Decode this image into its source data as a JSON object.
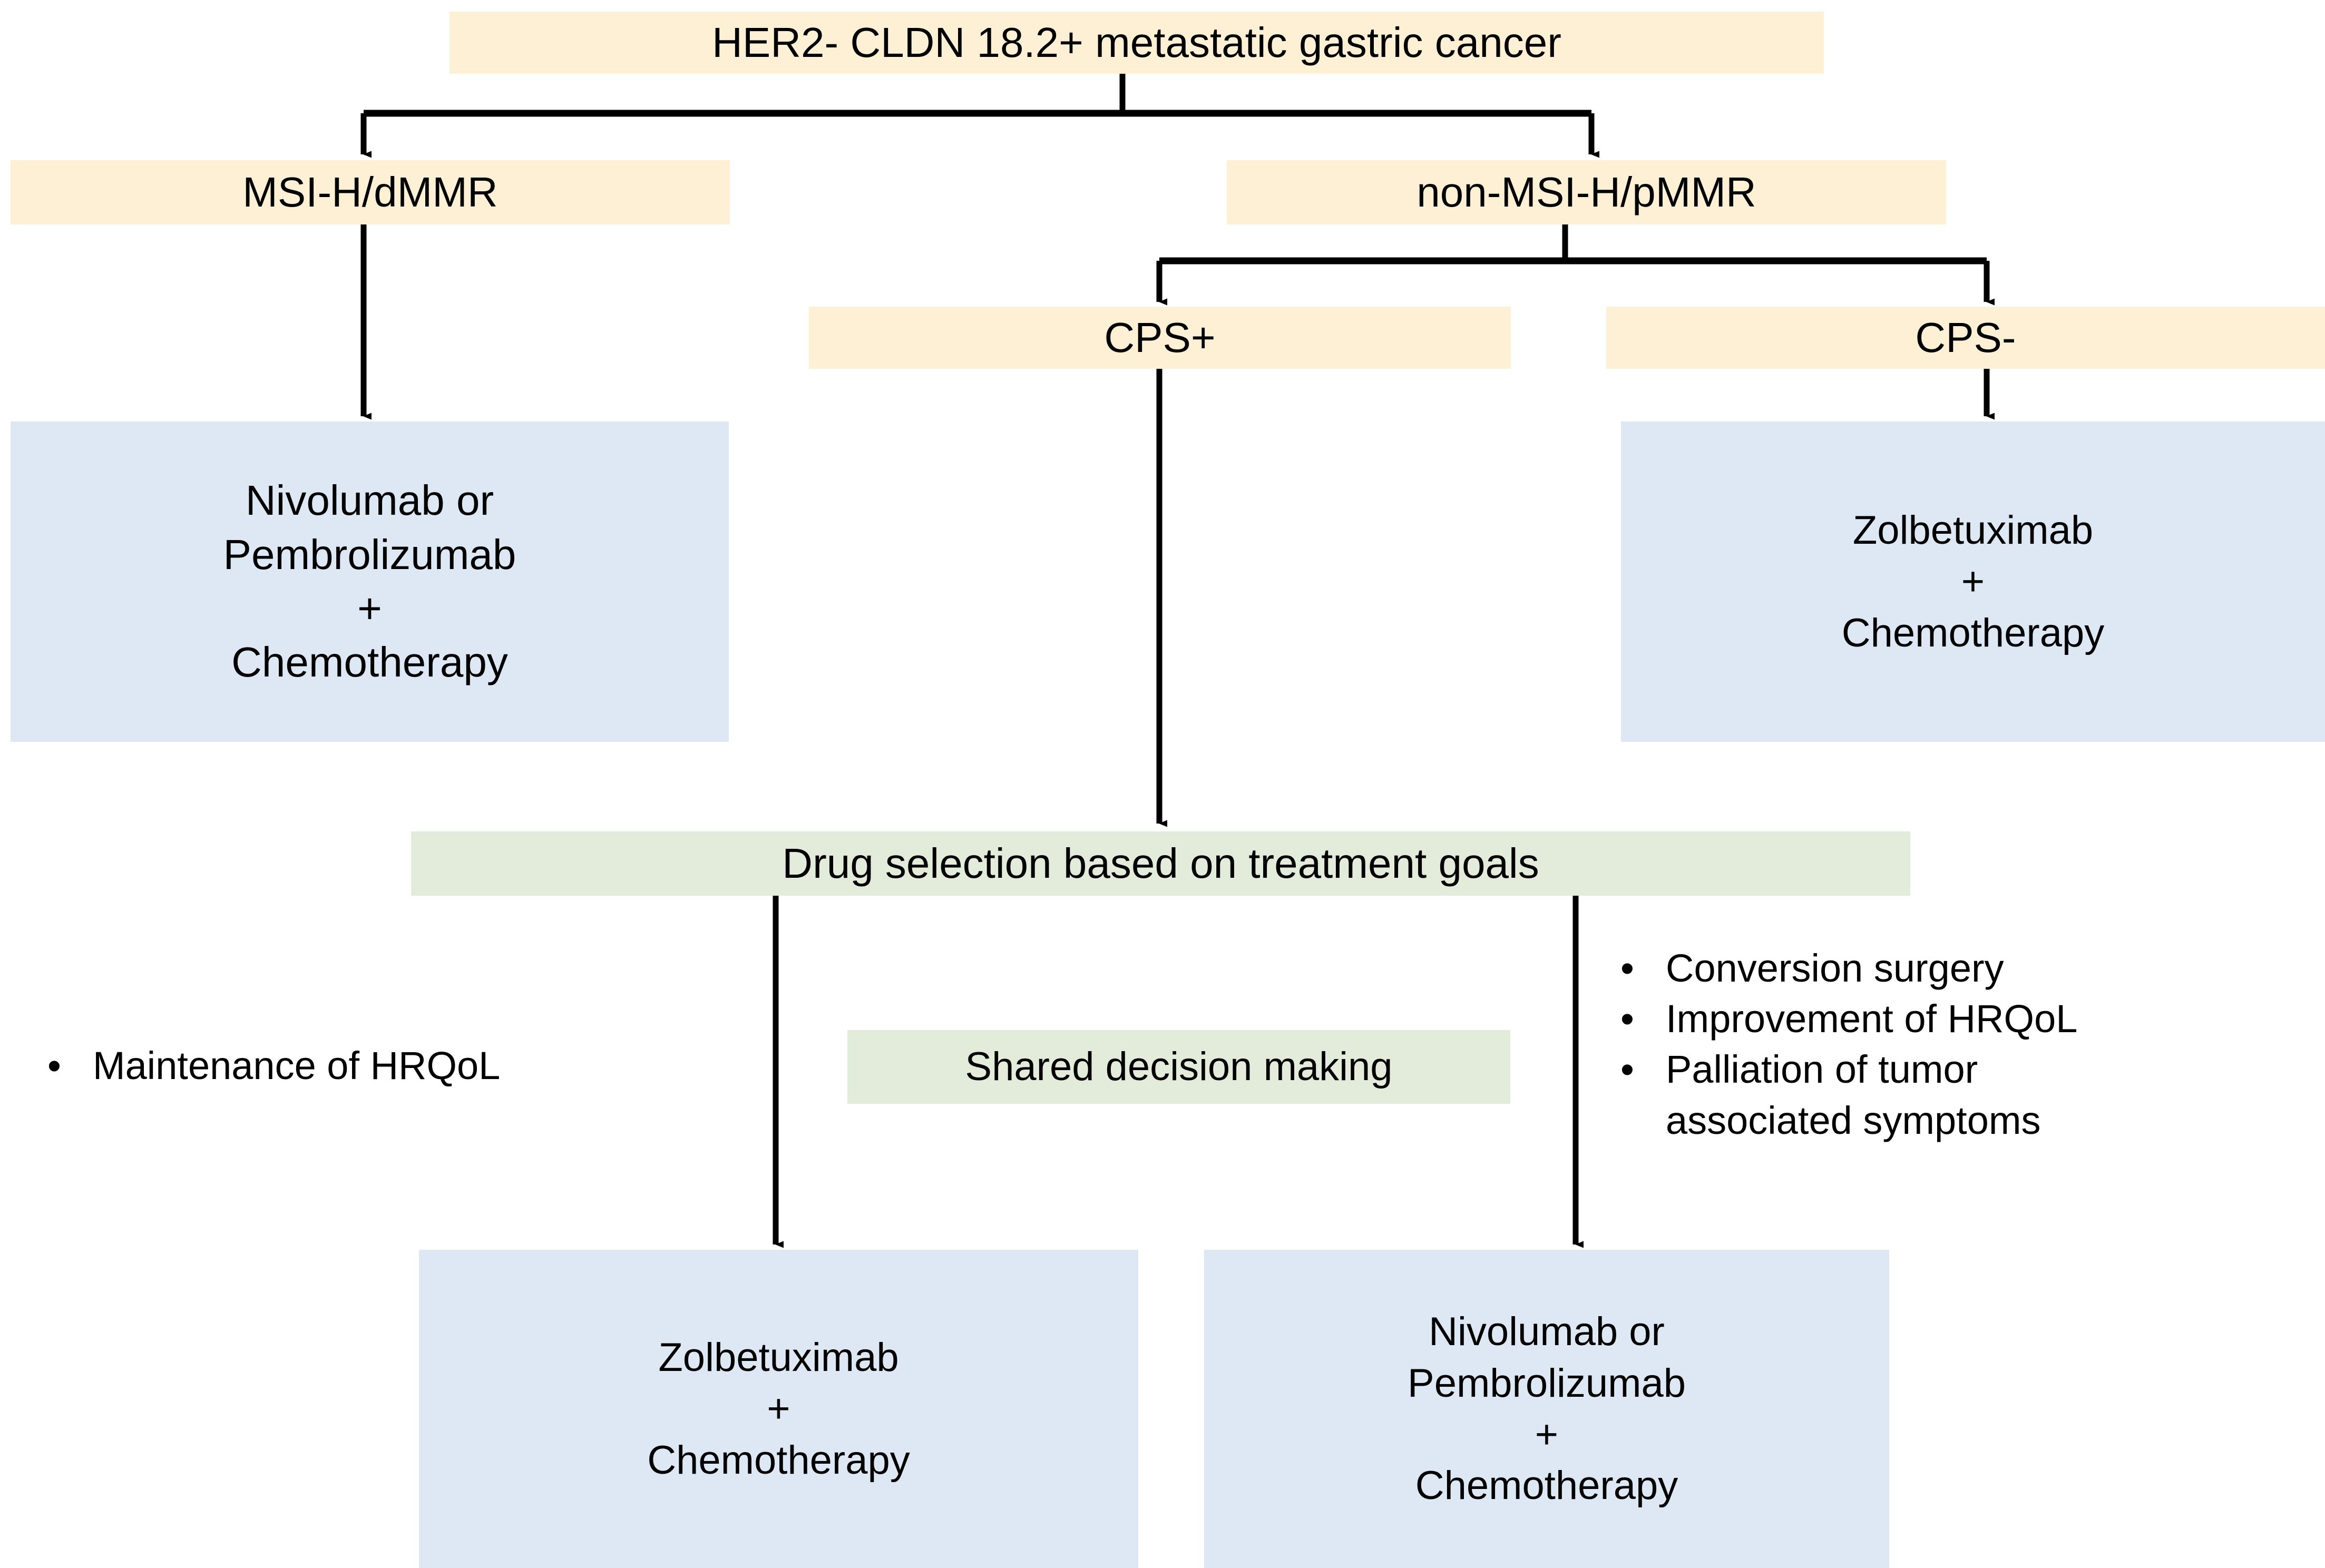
{
  "diagram": {
    "title": "HER2- CLDN 18.2+ metastatic gastric cancer treatment algorithm",
    "colors": {
      "cream": "#fdf0d5",
      "blue": "#dee8f4",
      "green": "#e3ecda",
      "line": "#000000",
      "text": "#000000"
    },
    "nodes": {
      "root": "HER2- CLDN 18.2+ metastatic gastric cancer",
      "msi_high": "MSI-H/dMMR",
      "non_msi_high": "non-MSI-H/pMMR",
      "cps_positive": "CPS+",
      "cps_negative": "CPS-",
      "treat_msi": "Nivolumab or\nPembrolizumab\n+\nChemotherapy",
      "treat_cps_neg": "Zolbetuximab\n+\nChemotherapy",
      "drug_selection": "Drug selection based on treatment goals",
      "shared_decision": "Shared decision making",
      "treat_bottom_left": "Zolbetuximab\n+\nChemotherapy",
      "treat_bottom_right": "Nivolumab or\nPembrolizumab\n+\nChemotherapy"
    },
    "goals_left": {
      "bullet_glyph": "•",
      "items": [
        "Maintenance of HRQoL"
      ]
    },
    "goals_right": {
      "bullet_glyph": "•",
      "items": [
        "Conversion surgery",
        "Improvement of HRQoL",
        "Palliation of tumor\nassociated symptoms"
      ]
    }
  }
}
